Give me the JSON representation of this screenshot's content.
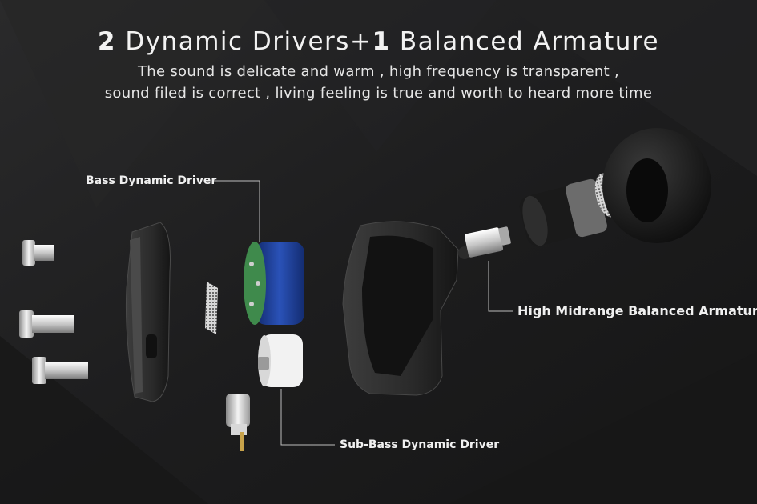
{
  "headline": {
    "num1": "2",
    "part1": " Dynamic Drivers+",
    "num2": "1",
    "part2": " Balanced Armature"
  },
  "subtitle": {
    "line1": "The sound is delicate and warm , high frequency is transparent ,",
    "line2": "sound filed is correct , living feeling is true and worth to  heard more time"
  },
  "callouts": {
    "bass_driver": "Bass Dynamic Driver",
    "balanced_armature": "High Midrange Balanced Armature",
    "sub_bass_driver": "Sub-Bass Dynamic Driver"
  },
  "colors": {
    "background": "#1c1c1d",
    "text": "#f2f2f2",
    "driver_blue": "#1d3f9a",
    "driver_green": "#3f8a4c",
    "leader_line": "#bdbdbd"
  }
}
